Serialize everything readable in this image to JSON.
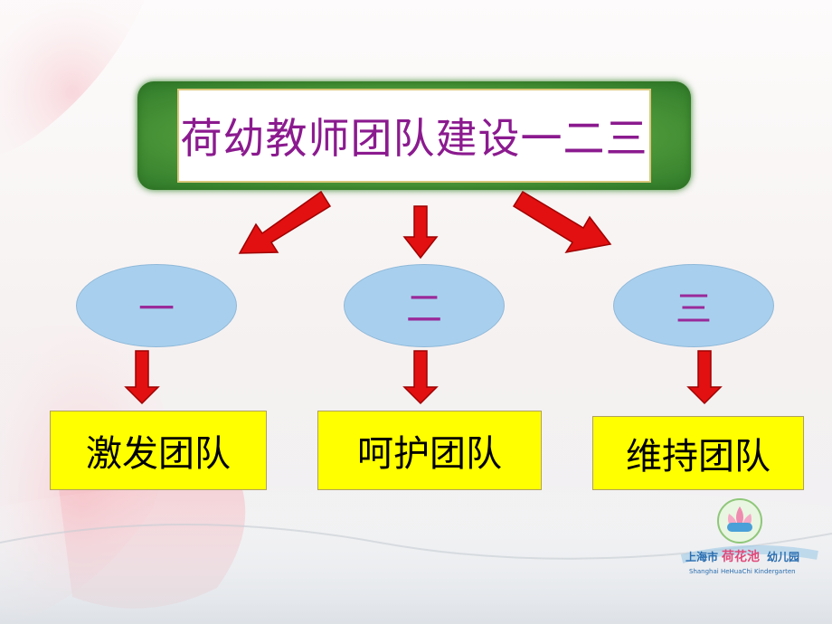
{
  "title": "荷幼教师团队建设一二三",
  "levels": [
    {
      "numeral": "一",
      "action": "激发团队"
    },
    {
      "numeral": "二",
      "action": "呵护团队"
    },
    {
      "numeral": "三",
      "action": "维持团队"
    }
  ],
  "logo": {
    "name": "上海市荷花池幼儿园",
    "subtitle": "Shanghai HeHuaChi Kindergarten"
  },
  "colors": {
    "title_text": "#8b1a8f",
    "ellipse_fill": "#a8d0ee",
    "box_fill": "#ffff00",
    "arrow": "#e21010"
  }
}
